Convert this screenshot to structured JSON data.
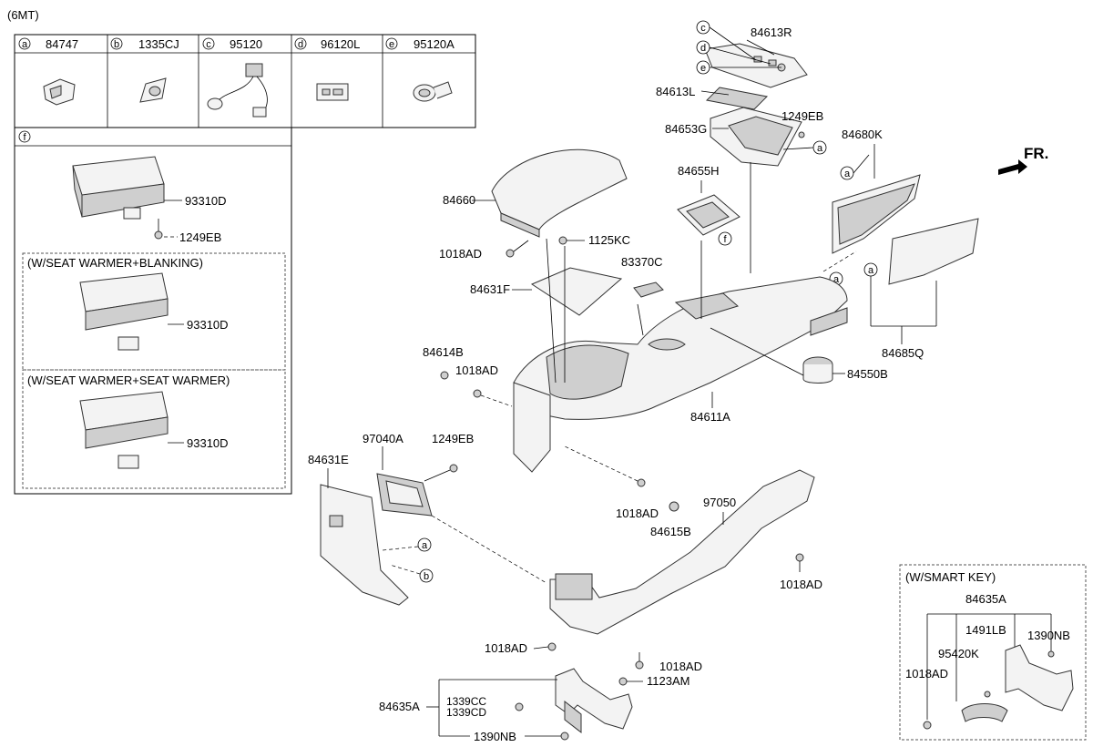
{
  "variant": "(6MT)",
  "legend": [
    {
      "letter": "a",
      "part": "84747"
    },
    {
      "letter": "b",
      "part": "1335CJ"
    },
    {
      "letter": "c",
      "part": "95120"
    },
    {
      "letter": "d",
      "part": "96120L"
    },
    {
      "letter": "e",
      "part": "95120A"
    }
  ],
  "legend_f": {
    "letter": "f",
    "part_switch": "93310D",
    "part_bolt": "1249EB",
    "sub_blanking": "(W/SEAT WARMER+BLANKING)",
    "sub_blanking_part": "93310D",
    "sub_warmer": "(W/SEAT WARMER+SEAT WARMER)",
    "sub_warmer_part": "93310D"
  },
  "smart_key": {
    "title": "(W/SMART KEY)",
    "p1": "84635A",
    "p2": "1491LB",
    "p3": "1390NB",
    "p4": "95420K",
    "p5": "1018AD"
  },
  "front_label": "FR.",
  "callouts": {
    "p84613R": "84613R",
    "p84613L": "84613L",
    "p84653G": "84653G",
    "p1249EB_top": "1249EB",
    "p84680K": "84680K",
    "p84660": "84660",
    "p84655H": "84655H",
    "p1125KC": "1125KC",
    "p1018AD_a": "1018AD",
    "p83370C": "83370C",
    "p84631F": "84631F",
    "p84685Q": "84685Q",
    "p84614B": "84614B",
    "p1018AD_b": "1018AD",
    "p84550B": "84550B",
    "p84611A": "84611A",
    "p97040A": "97040A",
    "p1249EB_mid": "1249EB",
    "p84631E": "84631E",
    "p1018AD_c": "1018AD",
    "p84615B": "84615B",
    "p97050": "97050",
    "p1018AD_d": "1018AD",
    "p1018AD_e": "1018AD",
    "p1018AD_f": "1018AD",
    "p1123AM": "1123AM",
    "p84635A": "84635A",
    "p1339CC": "1339CC",
    "p1339CD": "1339CD",
    "p1390NB": "1390NB"
  },
  "circle_letters": {
    "c": "c",
    "d": "d",
    "e": "e",
    "a": "a",
    "b": "b",
    "f": "f"
  }
}
